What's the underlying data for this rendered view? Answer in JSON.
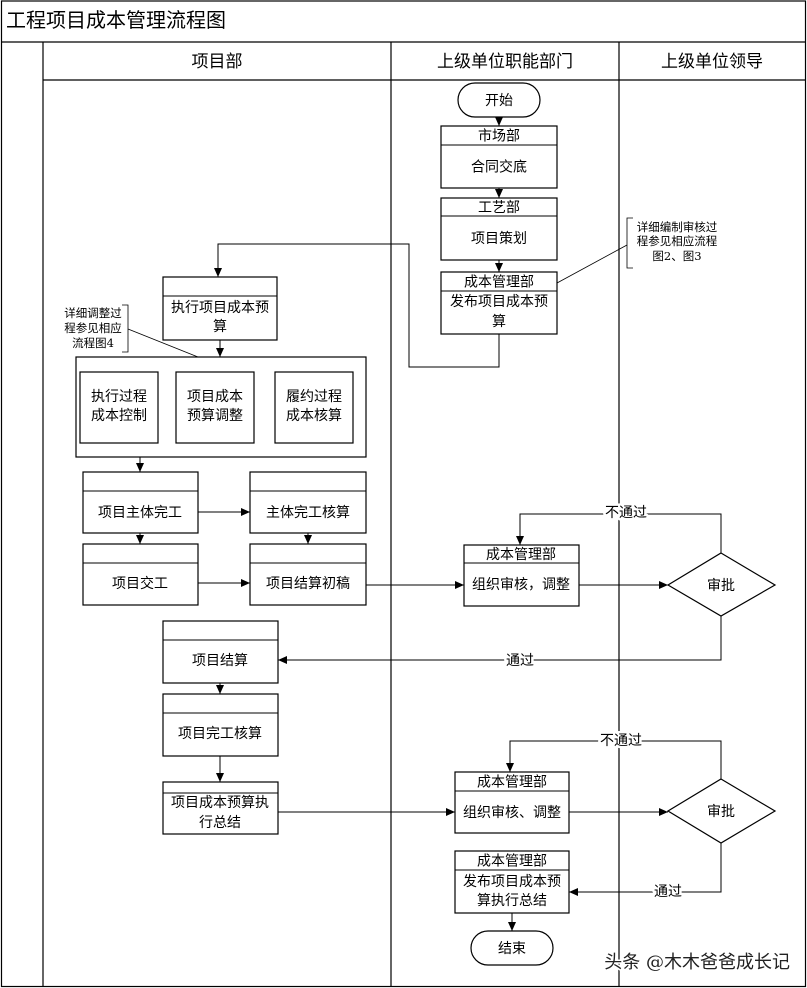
{
  "title": "工程项目成本管理流程图",
  "lanes": {
    "project_dept": "项目部",
    "functional_dept": "上级单位职能部门",
    "leadership": "上级单位领导"
  },
  "nodes": {
    "start": "开始",
    "contract_briefing": {
      "dept": "市场部",
      "lines": [
        "合同交底"
      ]
    },
    "project_planning": {
      "dept": "工艺部",
      "lines": [
        "项目策划"
      ]
    },
    "publish_budget": {
      "dept": "成本管理部",
      "lines": [
        "发布项目成本预",
        "算"
      ]
    },
    "execute_budget": {
      "lines": [
        "执行项目成本预",
        "算"
      ]
    },
    "execution_group": {
      "items": [
        {
          "lines": [
            "执行过程",
            "成本控制"
          ]
        },
        {
          "lines": [
            "项目成本",
            "预算调整"
          ]
        },
        {
          "lines": [
            "履约过程",
            "成本核算"
          ]
        }
      ]
    },
    "main_completion": {
      "lines": [
        "项目主体完工"
      ]
    },
    "main_completion_accounting": {
      "lines": [
        "主体完工核算"
      ]
    },
    "handover": {
      "lines": [
        "项目交工"
      ]
    },
    "settlement_draft": {
      "lines": [
        "项目结算初稿"
      ]
    },
    "review_adjust_1": {
      "dept": "成本管理部",
      "lines": [
        "组织审核，调整"
      ]
    },
    "approval_1": "审批",
    "settlement": {
      "lines": [
        "项目结算"
      ]
    },
    "completion_accounting": {
      "lines": [
        "项目完工核算"
      ]
    },
    "execution_summary": {
      "lines": [
        "项目成本预算执",
        "行总结"
      ]
    },
    "review_adjust_2": {
      "dept": "成本管理部",
      "lines": [
        "组织审核、调整"
      ]
    },
    "approval_2": "审批",
    "publish_summary": {
      "dept": "成本管理部",
      "lines": [
        "发布项目成本预",
        "算执行总结"
      ]
    },
    "end": "结束"
  },
  "annotations": {
    "budget_detail": [
      "详细编制审核过",
      "程参见相应流程",
      "图2、图3"
    ],
    "adjust_detail": [
      "详细调整过",
      "程参见相应",
      "流程图4"
    ]
  },
  "edge_labels": {
    "reject_1": "不通过",
    "pass_1": "通过",
    "reject_2": "不通过",
    "pass_2": "通过"
  },
  "watermark": "头条 @木木爸爸成长记"
}
